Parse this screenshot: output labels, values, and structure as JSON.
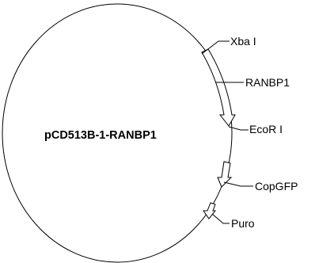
{
  "plasmid": {
    "name": "pCD513B-1-RANBP1"
  },
  "labels": {
    "xbai": "Xba I",
    "ranbp1": "RANBP1",
    "ecori": "EcoR I",
    "copgfp": "CopGFP",
    "puro": "Puro"
  },
  "colors": {
    "line": "#000000",
    "feature_fill": "#ffffff",
    "background": "#ffffff"
  }
}
